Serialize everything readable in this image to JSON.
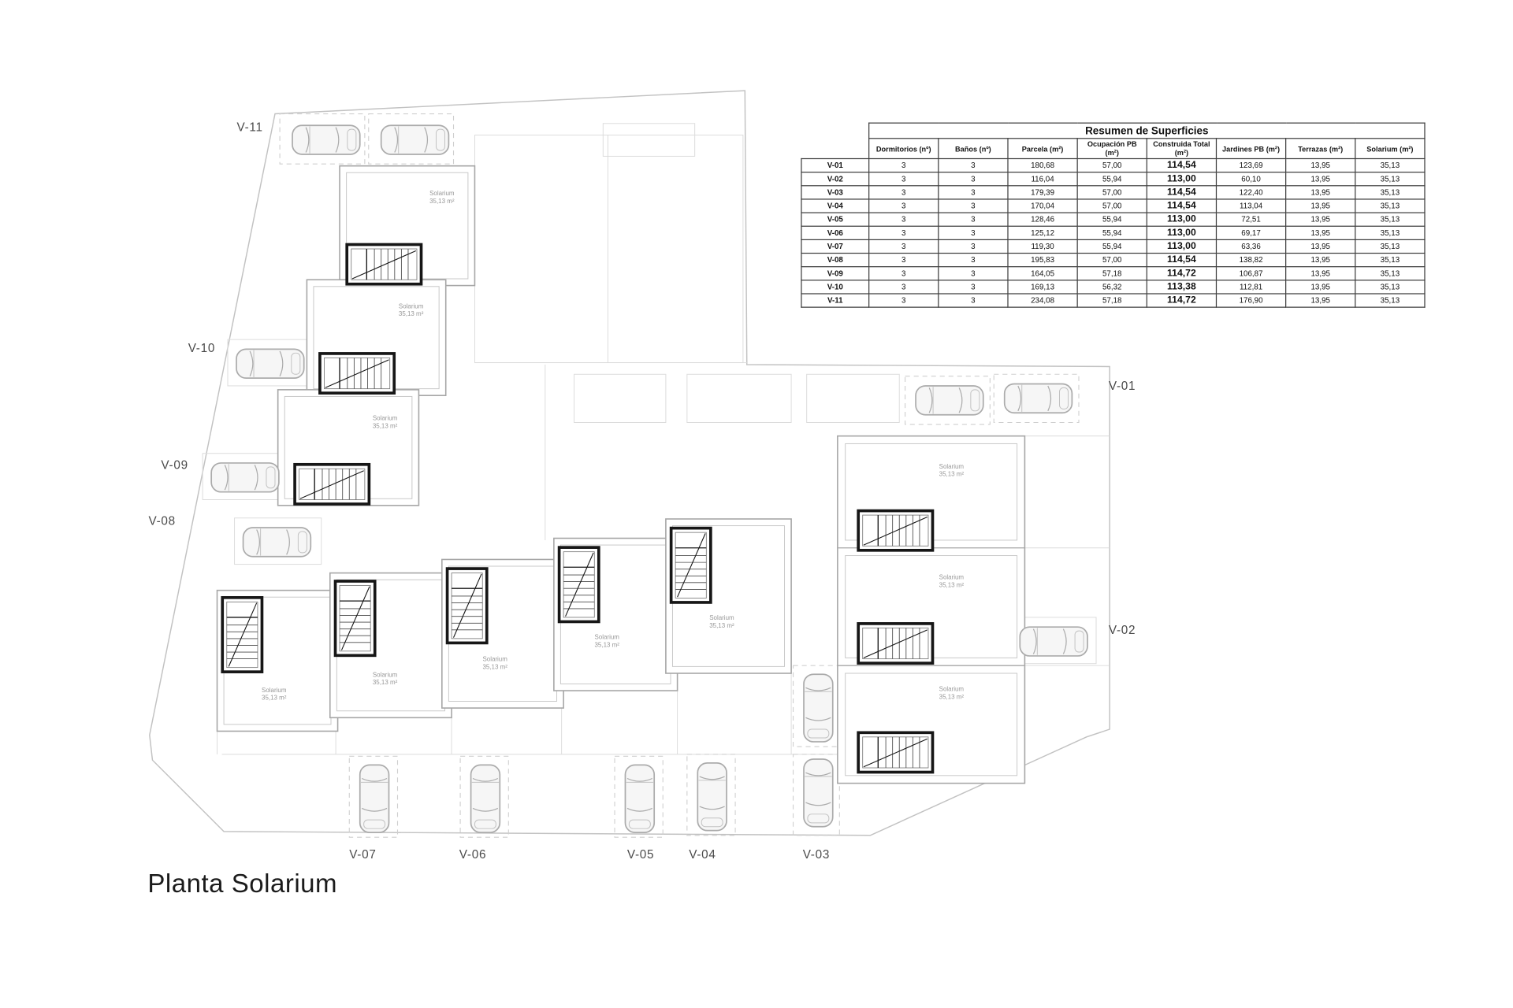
{
  "title": "Planta Solarium",
  "summary_table": {
    "title": "Resumen de Superficies",
    "columns": [
      "Dormitorios (nº)",
      "Baños (nº)",
      "Parcela (m²)",
      "Ocupación PB (m²)",
      "Construida Total (m²)",
      "Jardines PB (m²)",
      "Terrazas (m²)",
      "Solarium (m²)"
    ],
    "rows": [
      [
        "V-01",
        "3",
        "3",
        "180,68",
        "57,00",
        "114,54",
        "123,69",
        "13,95",
        "35,13"
      ],
      [
        "V-02",
        "3",
        "3",
        "116,04",
        "55,94",
        "113,00",
        "60,10",
        "13,95",
        "35,13"
      ],
      [
        "V-03",
        "3",
        "3",
        "179,39",
        "57,00",
        "114,54",
        "122,40",
        "13,95",
        "35,13"
      ],
      [
        "V-04",
        "3",
        "3",
        "170,04",
        "57,00",
        "114,54",
        "113,04",
        "13,95",
        "35,13"
      ],
      [
        "V-05",
        "3",
        "3",
        "128,46",
        "55,94",
        "113,00",
        "72,51",
        "13,95",
        "35,13"
      ],
      [
        "V-06",
        "3",
        "3",
        "125,12",
        "55,94",
        "113,00",
        "69,17",
        "13,95",
        "35,13"
      ],
      [
        "V-07",
        "3",
        "3",
        "119,30",
        "55,94",
        "113,00",
        "63,36",
        "13,95",
        "35,13"
      ],
      [
        "V-08",
        "3",
        "3",
        "195,83",
        "57,00",
        "114,54",
        "138,82",
        "13,95",
        "35,13"
      ],
      [
        "V-09",
        "3",
        "3",
        "164,05",
        "57,18",
        "114,72",
        "106,87",
        "13,95",
        "35,13"
      ],
      [
        "V-10",
        "3",
        "3",
        "169,13",
        "56,32",
        "113,38",
        "112,81",
        "13,95",
        "35,13"
      ],
      [
        "V-11",
        "3",
        "3",
        "234,08",
        "57,18",
        "114,72",
        "176,90",
        "13,95",
        "35,13"
      ]
    ]
  },
  "plan": {
    "unit_labels": [
      "V-11",
      "V-10",
      "V-09",
      "V-08",
      "V-01",
      "V-02",
      "V-07",
      "V-06",
      "V-05",
      "V-04",
      "V-03"
    ],
    "solarium_label": "Solarium",
    "solarium_area": "35,13 m²"
  }
}
